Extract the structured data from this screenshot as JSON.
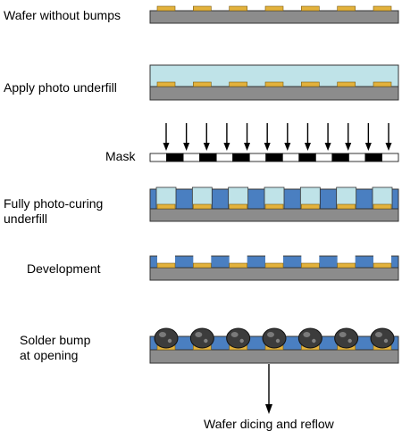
{
  "steps": [
    {
      "id": "wafer",
      "label": "Wafer without bumps"
    },
    {
      "id": "apply",
      "label": "Apply photo underfill"
    },
    {
      "id": "mask",
      "label": "Mask"
    },
    {
      "id": "cure",
      "label_line1": "Fully photo-curing",
      "label_line2": "underfill"
    },
    {
      "id": "dev",
      "label": "Development"
    },
    {
      "id": "bump",
      "label_line1": "Solder bump",
      "label_line2": "at opening"
    }
  ],
  "final_step": "Wafer dicing and reflow",
  "colors": {
    "wafer": "#8c8c8c",
    "pad": "#e3b23c",
    "underfill_uncured": "#bfe3e8",
    "underfill_cured": "#4a7fc1",
    "mask_dark": "#000000",
    "mask_light": "#ffffff",
    "solder": "#3c3c3c",
    "outline": "#333333"
  },
  "pad_count": 7,
  "arrow_count": 12
}
